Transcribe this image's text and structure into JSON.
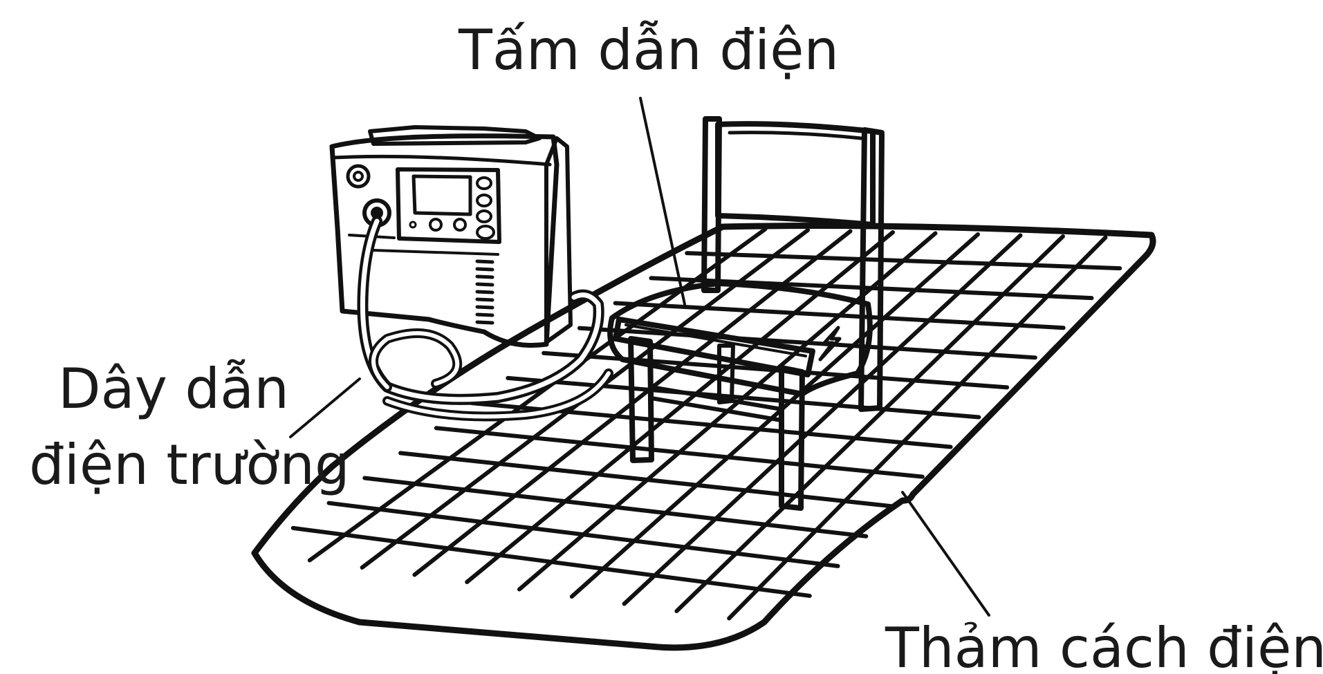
{
  "labels": {
    "conductive_plate": "Tấm dẫn điện",
    "field_wire_line1": "Dây dẫn",
    "field_wire_line2": "điện trường",
    "insulating_mat": "Thảm cách điện"
  },
  "icons": {
    "device": "high-voltage-generator-icon",
    "chair": "chair-icon",
    "mat": "checkered-insulating-mat-icon",
    "bolt": "lightning-bolt-icon"
  },
  "colors": {
    "ink": "#111111",
    "background": "#ffffff"
  }
}
